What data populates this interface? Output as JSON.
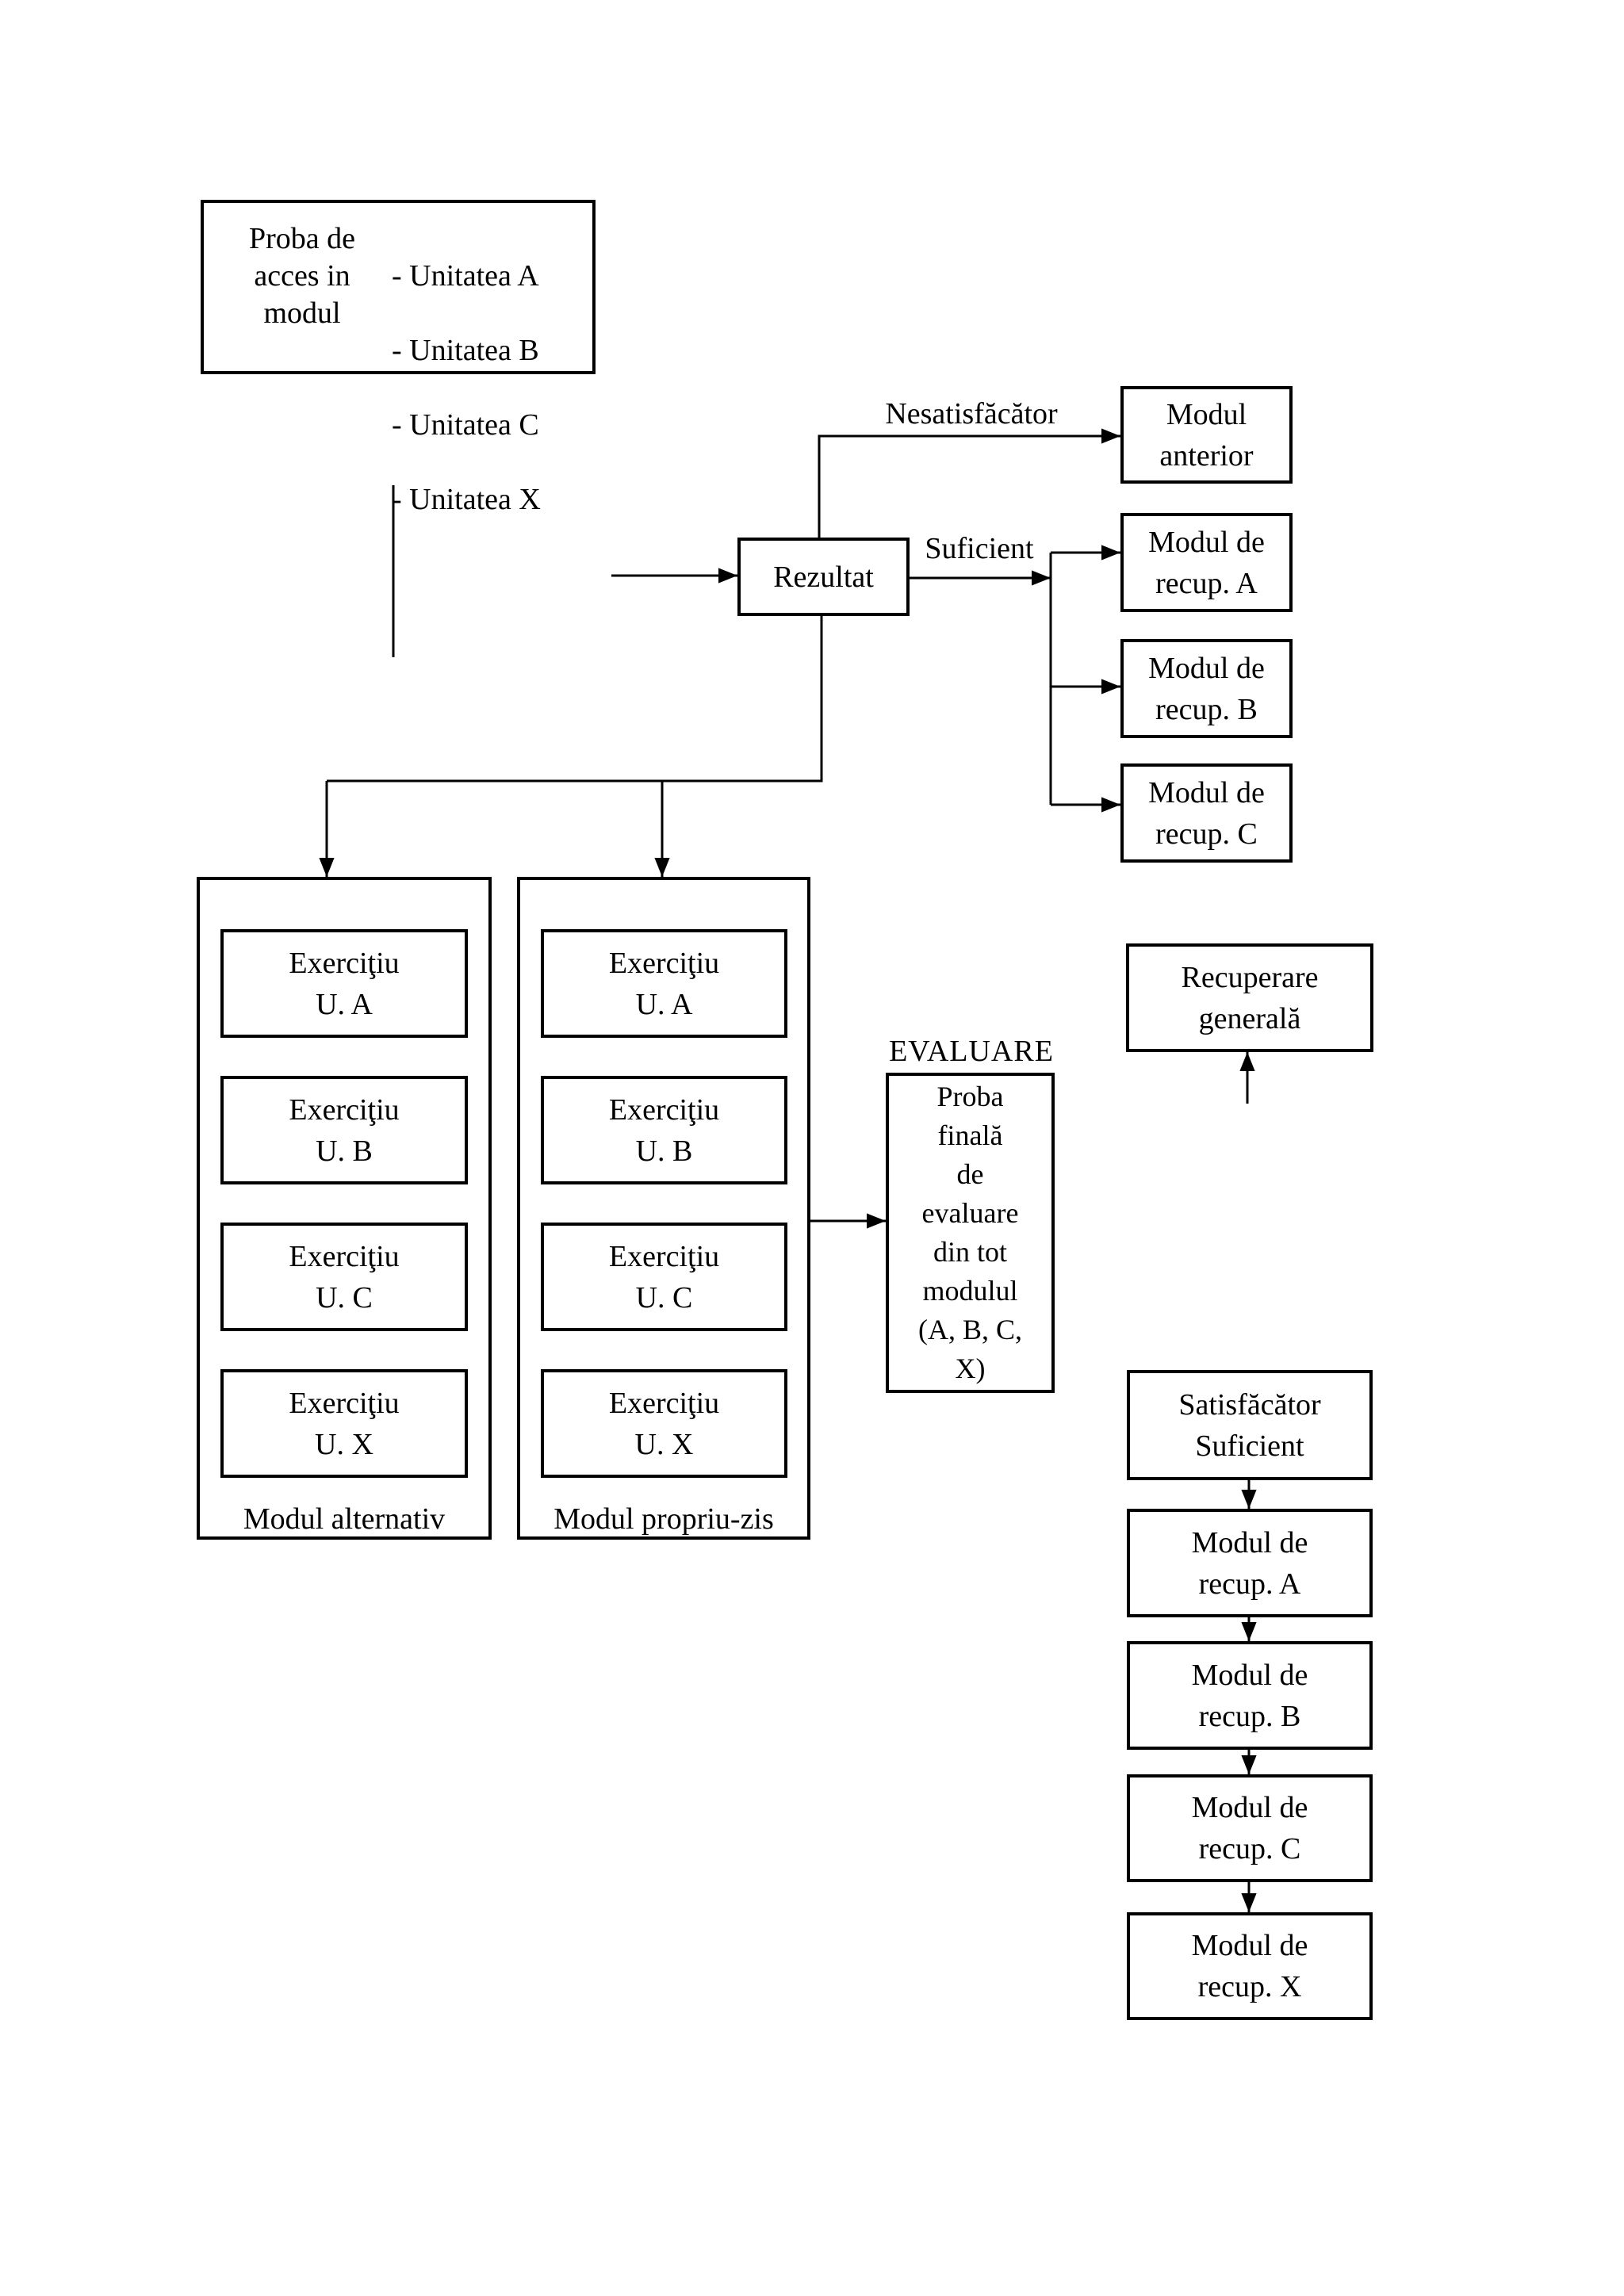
{
  "colors": {
    "ink": "#000000",
    "paper": "#ffffff"
  },
  "access_box": {
    "title": "Proba de\nacces in\nmodul",
    "units": [
      "- Unitatea A",
      "- Unitatea B",
      "- Unitatea C",
      "- Unitatea X"
    ]
  },
  "result": {
    "label": "Rezultat",
    "unsatisfactory_label": "Nesatisfăcător",
    "sufficient_label": "Suficient"
  },
  "previous_module_box": {
    "label": "Modul\nanterior"
  },
  "recovery_branch": [
    "Modul de\nrecup. A",
    "Modul de\nrecup. B",
    "Modul de\nrecup. C"
  ],
  "alternative_module_column": {
    "caption": "Modul alternativ",
    "exercises": [
      "Exerciţiu\nU. A",
      "Exerciţiu\nU. B",
      "Exerciţiu\nU. C",
      "Exerciţiu\nU. X"
    ]
  },
  "main_module_column": {
    "caption": "Modul propriu-zis",
    "exercises": [
      "Exerciţiu\nU. A",
      "Exerciţiu\nU. B",
      "Exerciţiu\nU. C",
      "Exerciţiu\nU. X"
    ]
  },
  "evaluation": {
    "heading": "EVALUARE",
    "final_test": "Proba\nfinală\nde\nevaluare\ndin tot\nmodulul\n(A, B, C,\nX)"
  },
  "general_recovery_box": {
    "label": "Recuperare\ngenerală"
  },
  "final_chain": {
    "verdict": "Satisfăcător\nSuficient",
    "modules": [
      "Modul de\nrecup. A",
      "Modul de\nrecup. B",
      "Modul de\nrecup. C",
      "Modul de\nrecup. X"
    ]
  }
}
